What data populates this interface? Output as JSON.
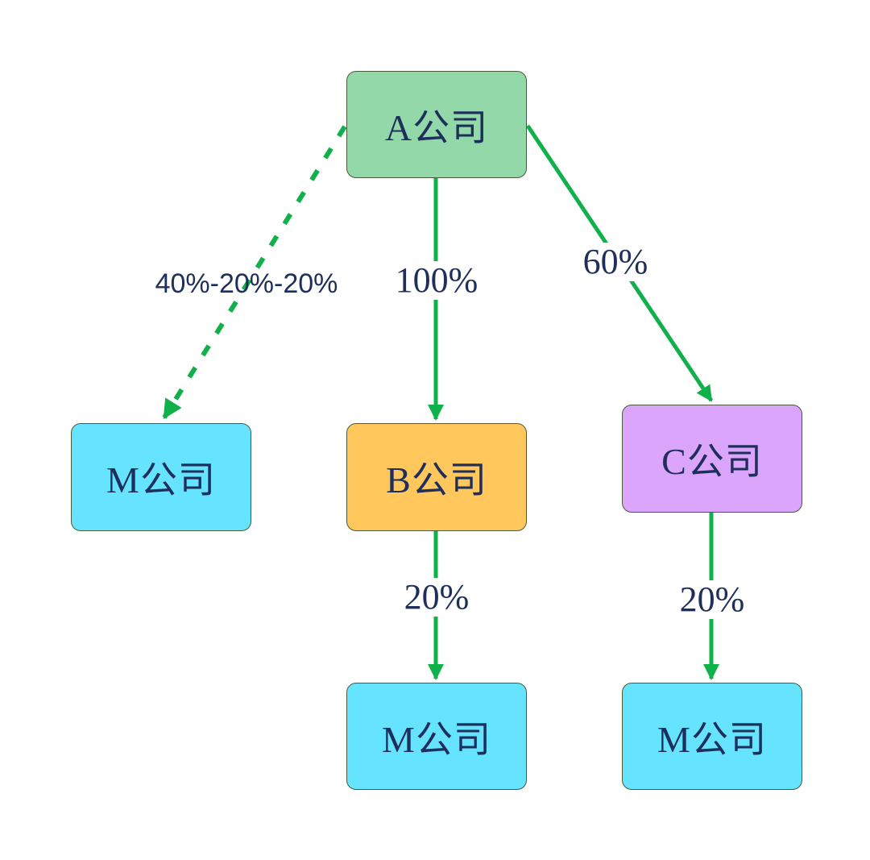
{
  "colors": {
    "edge": "#10b04a",
    "node_a": "#93d8a9",
    "node_b": "#ffc75c",
    "node_c": "#dba5fb",
    "node_m": "#66e3ff",
    "text": "#1f2f5c"
  },
  "nodes": {
    "a": {
      "label": "A公司"
    },
    "b": {
      "label": "B公司"
    },
    "c": {
      "label": "C公司"
    },
    "m_left": {
      "label": "M公司"
    },
    "m_b": {
      "label": "M公司"
    },
    "m_c": {
      "label": "M公司"
    }
  },
  "edges": {
    "a_to_m": {
      "label": "40%-20%-20%",
      "style": "dashed"
    },
    "a_to_b": {
      "label": "100%",
      "style": "solid"
    },
    "a_to_c": {
      "label": "60%",
      "style": "solid"
    },
    "b_to_m": {
      "label": "20%",
      "style": "solid"
    },
    "c_to_m": {
      "label": "20%",
      "style": "solid"
    }
  }
}
